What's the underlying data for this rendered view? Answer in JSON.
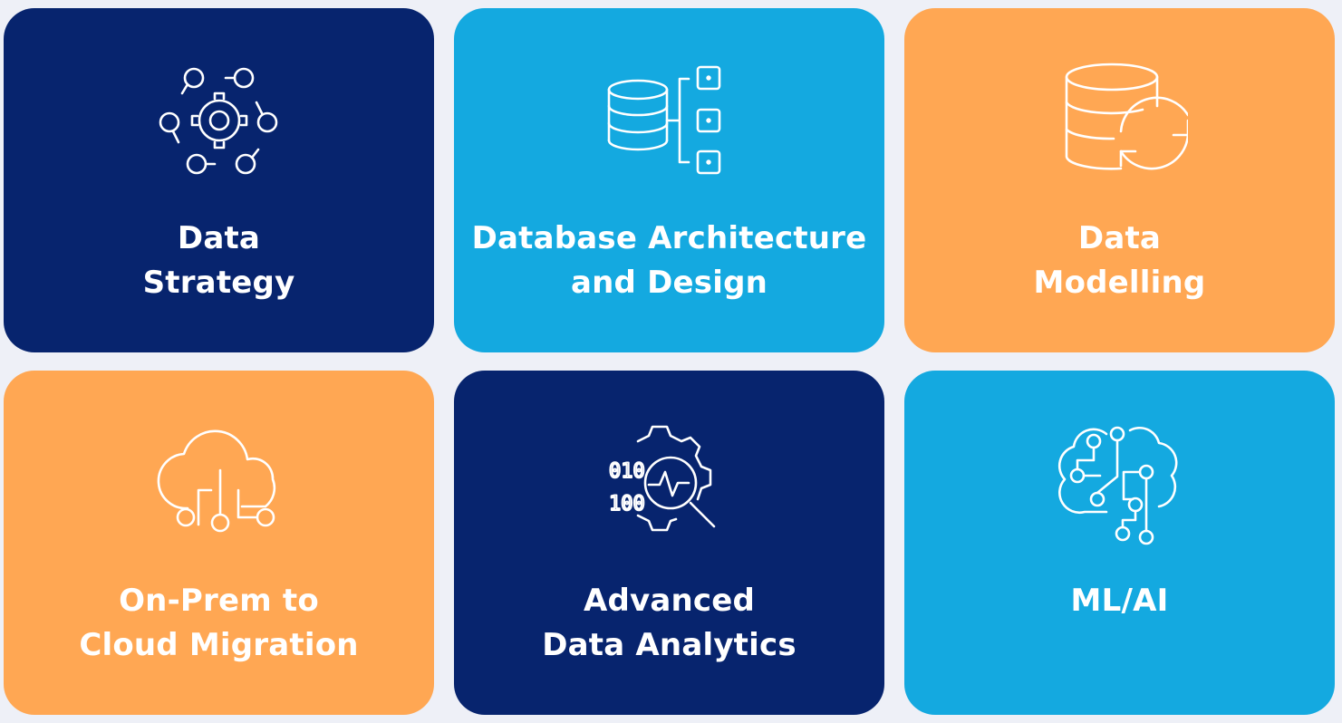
{
  "cards": [
    {
      "id": "data-strategy",
      "line1": "Data",
      "line2": "Strategy",
      "icon": "gear-network-icon",
      "color": "#07246e"
    },
    {
      "id": "database-architecture",
      "line1": "Database Architecture",
      "line2": "and Design",
      "icon": "database-schema-icon",
      "color": "#14a9e0"
    },
    {
      "id": "data-modelling",
      "line1": "Data",
      "line2": "Modelling",
      "icon": "database-sync-icon",
      "color": "#ffa753"
    },
    {
      "id": "cloud-migration",
      "line1": "On-Prem to",
      "line2": "Cloud Migration",
      "icon": "cloud-network-icon",
      "color": "#ffa753"
    },
    {
      "id": "advanced-analytics",
      "line1": "Advanced",
      "line2": "Data Analytics",
      "icon": "gear-analytics-icon",
      "color": "#07246e"
    },
    {
      "id": "ml-ai",
      "line1": "ML/AI",
      "line2": "",
      "icon": "brain-circuit-icon",
      "color": "#14a9e0"
    }
  ]
}
